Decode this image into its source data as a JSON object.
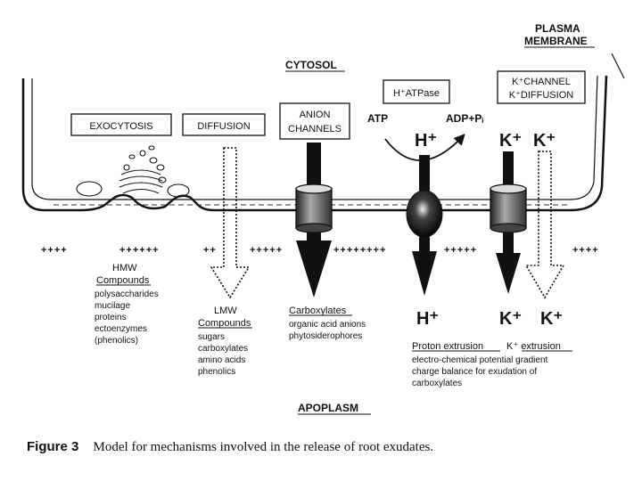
{
  "labels": {
    "plasma_membrane": [
      "PLASMA",
      "MEMBRANE"
    ],
    "cytosol": "CYTOSOL",
    "apoplasm": "APOPLASM",
    "h_atpase": "H⁺ATPase",
    "k_channel": [
      "K⁺CHANNEL",
      "K⁺DIFFUSION"
    ],
    "exocytosis": "EXOCYTOSIS",
    "diffusion": "DIFFUSION",
    "anion_channels": [
      "ANION",
      "CHANNELS"
    ],
    "atp": "ATP",
    "adp": "ADP+Pᵢ",
    "h_ion": "H⁺",
    "k_ion": "K⁺",
    "plus_row": [
      "++++",
      "++++++",
      "++",
      "+++++",
      "++++++++",
      "+++++",
      "++++"
    ],
    "hmw": {
      "title": [
        "HMW",
        "Compounds"
      ],
      "items": [
        "polysaccharides",
        "mucilage",
        "proteins",
        "ectoenzymes",
        "(phenolics)"
      ]
    },
    "lmw": {
      "title": [
        "LMW",
        "Compounds"
      ],
      "items": [
        "sugars",
        "carboxylates",
        "amino acids",
        "phenolics"
      ]
    },
    "carboxylates": {
      "title": "Carboxylates",
      "items": [
        "organic acid anions",
        "phytosiderophores"
      ]
    },
    "proton_extrusion": "Proton extrusion",
    "k_extrusion": "K⁺ extrusion",
    "proton_notes": [
      "electro-chemical potential gradient",
      "charge balance for exudation of",
      "carboxylates"
    ]
  },
  "caption": {
    "figure": "Figure 3",
    "text": "Model for mechanisms involved in the release of root exudates."
  }
}
